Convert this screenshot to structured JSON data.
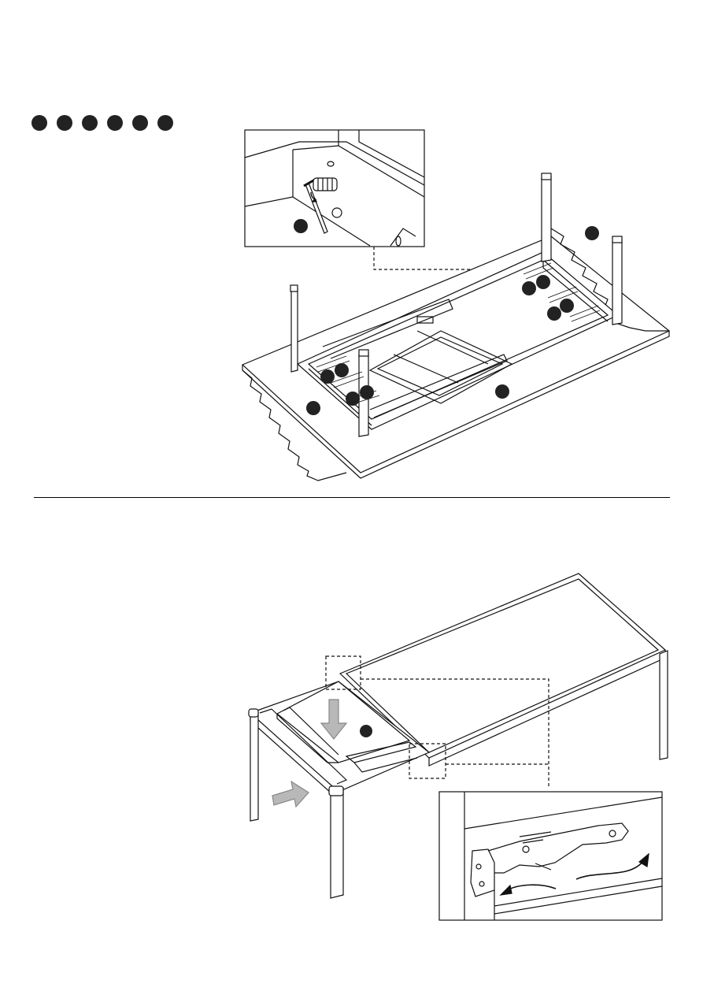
{
  "page": {
    "step_markers": [
      "marker-1",
      "marker-2",
      "marker-3",
      "marker-4",
      "marker-5",
      "marker-6"
    ],
    "colors": {
      "ink": "#111111",
      "marker": "#222222",
      "arrow_fill": "#b8b8b8",
      "paper": "#ffffff"
    }
  },
  "icons": {
    "top": "table-underside-leg-assembly",
    "detail": "hex-key-tightening-bolt",
    "bottom": "extension-leaf-insertion",
    "hinge_detail": "leaf-hinge-rotate"
  }
}
